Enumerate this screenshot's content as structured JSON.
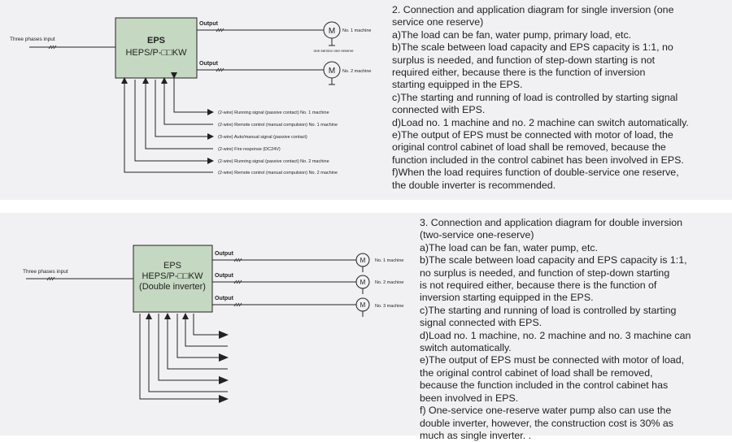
{
  "diagram1": {
    "input_label": "Three phases input",
    "eps_title": "EPS",
    "eps_model": "HEPS/P-□□KW",
    "output_labels": [
      "Output",
      "Output"
    ],
    "motor_symbol": "M",
    "machine_labels": [
      "No. 1 machine",
      "No. 2 machine"
    ],
    "reserve_note": "one service one reserve",
    "signal_labels": [
      "(2-wire) Running signal (passive contact) No. 1 machine",
      "(2-wire) Remote control (manual compulsion) No. 1 machine",
      "(3-wire) Auto/manual signal (passive contact)",
      "(2-wire) Fire response (DC24V)",
      "(2-wire) Running signal (passive contact) No. 2 machine",
      "(2-wire) Remote control (manual compulsion) No. 2 machine"
    ]
  },
  "diagram2": {
    "input_label": "Three phases input",
    "eps_title": "EPS",
    "eps_model": "HEPS/P-□□KW",
    "eps_note": "(Double inverter)",
    "output_labels": [
      "Output",
      "Output",
      "Output"
    ],
    "motor_symbol": "M",
    "machine_labels": [
      "No. 1 machine",
      "No. 2 machine",
      "No. 3 machine"
    ]
  },
  "section2": {
    "heading": "2. Connection and application diagram for single inversion (one\n  service one reserve)",
    "items": [
      "a)The load can be fan, water pump, primary load, etc.",
      "b)The scale between load capacity and EPS capacity is 1:1, no\n   surplus is needed, and function of step-down starting is not\n   required either, because there is the function of inversion\n   starting equipped in the EPS.",
      "c)The starting and running of load is controlled by starting signal\n   connected with EPS.",
      "d)Load no. 1 machine and no. 2 machine can switch automatically.",
      "e)The output of EPS must be connected with motor of load, the\n   original control cabinet of load shall be removed, because the\n   function included in the control cabinet has been involved in EPS.",
      "f)When the load requires function of double-service one reserve,\n   the double inverter is recommended."
    ]
  },
  "section3": {
    "heading": "3. Connection and application diagram for double inversion\n    (two-service one-reserve)",
    "items": [
      "a)The load can be fan, water pump, etc.",
      "b)The scale between load capacity and EPS capacity is 1:1,\n   no surplus is needed, and function of step-down starting\n   is not required either, because there is the function of\n   inversion starting equipped in the EPS.",
      "c)The starting and running of load is controlled by starting\n   signal connected with EPS.",
      "d)Load no. 1 machine, no. 2 machine and no. 3 machine can\n   switch automatically.",
      "e)The output of EPS must be connected with motor of load,\n   the original control cabinet of load shall be removed,\n   because the function included in the control cabinet has\n   been involved in EPS.",
      "f) One-service one-reserve water pump also can use the\n   double inverter, however, the construction cost is 30% as\n   much as single inverter. ."
    ]
  },
  "colors": {
    "panel_bg": "#f1f1f3",
    "eps_box_fill": "#c5d8c1",
    "line": "#222222"
  }
}
